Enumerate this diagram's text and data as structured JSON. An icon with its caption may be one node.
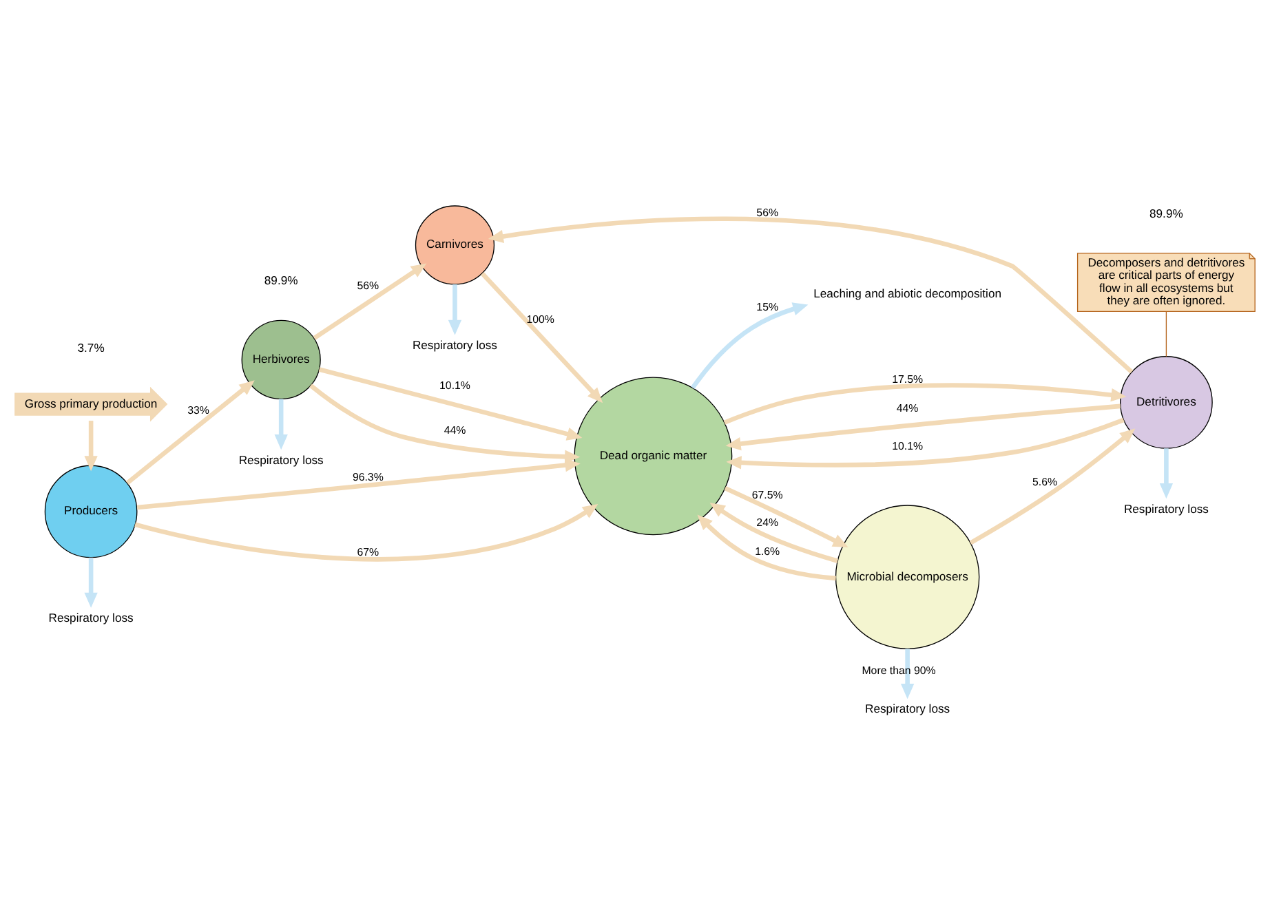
{
  "diagram": {
    "nodes": [
      {
        "text": [
          "Gross primary production"
        ]
      },
      {
        "text": [
          "Producers"
        ]
      },
      {
        "text": [
          "Herbivores"
        ]
      },
      {
        "text": [
          "Carnivores"
        ]
      },
      {
        "text": [
          "Detritivores"
        ]
      },
      {
        "text": [
          "Dead organic matter"
        ]
      },
      {
        "text": [
          "Microbial decomposers"
        ]
      },
      {
        "text": [
          "Respiratory loss"
        ]
      },
      {
        "text": [
          "Respiratory loss"
        ]
      },
      {
        "text": [
          "Respiratory loss"
        ]
      },
      {
        "text": [
          "Respiratory loss"
        ]
      },
      {
        "text": [
          "Respiratory loss"
        ]
      },
      {
        "text": [
          "Leaching and abiotic decomposition"
        ]
      },
      {
        "text": [
          "Decomposers and detritivores are critical parts of energy flow in all ecosystems but they are often ignored."
        ]
      }
    ],
    "edges": [
      {
        "from": 0,
        "to": 1,
        "arrow": "to"
      },
      {
        "from": 1,
        "to": 7,
        "arrow": "to",
        "color": "#c5e4f6"
      },
      {
        "from": 1,
        "to": 2,
        "arrow": "to",
        "label": "33%"
      },
      {
        "from": 1,
        "to": 5,
        "arrow": "to",
        "label": "67%"
      },
      {
        "from": 1,
        "to": 5,
        "arrow": "to",
        "label": "96.3%"
      },
      {
        "from": 2,
        "to": 8,
        "arrow": "to",
        "color": "#c5e4f6"
      },
      {
        "from": 2,
        "to": 3,
        "arrow": "to",
        "label": "56%"
      },
      {
        "from": 2,
        "to": 5,
        "arrow": "to",
        "label": "44%"
      },
      {
        "from": 2,
        "to": 5,
        "arrow": "to",
        "label": "10.1%"
      },
      {
        "from": 3,
        "to": 9,
        "arrow": "to",
        "color": "#c5e4f6"
      },
      {
        "from": 3,
        "to": 5,
        "arrow": "to",
        "label": "100%"
      },
      {
        "from": 4,
        "to": 10,
        "arrow": "to",
        "color": "#c5e4f6"
      },
      {
        "from": 4,
        "to": 3,
        "arrow": "to",
        "label": "56%"
      },
      {
        "from": 4,
        "to": 5,
        "arrow": "to",
        "label": "44%"
      },
      {
        "from": 4,
        "to": 5,
        "arrow": "to",
        "label": "10.1%"
      },
      {
        "from": 5,
        "to": 4,
        "arrow": "to",
        "label": "17.5%"
      },
      {
        "from": 6,
        "to": 4,
        "arrow": "to",
        "label": "5.6%"
      },
      {
        "from": 6,
        "to": 5,
        "arrow": "to",
        "label": "24%"
      },
      {
        "from": 6,
        "to": 5,
        "arrow": "to",
        "label": "1.6%"
      },
      {
        "from": 5,
        "to": 6,
        "arrow": "to",
        "label": "67.5%"
      },
      {
        "from": 6,
        "to": 11,
        "arrow": "to",
        "label": "More than 90%",
        "color": "#c5e4f6"
      },
      {
        "from": 5,
        "to": 12,
        "arrow": "to",
        "label": "15%",
        "color": "#c5e4f6"
      },
      {
        "from": 13,
        "to": 4,
        "arrow": "none",
        "color": "#b5651d"
      }
    ],
    "labels": [
      "3.7%",
      "89.9%",
      "89.9%"
    ]
  }
}
